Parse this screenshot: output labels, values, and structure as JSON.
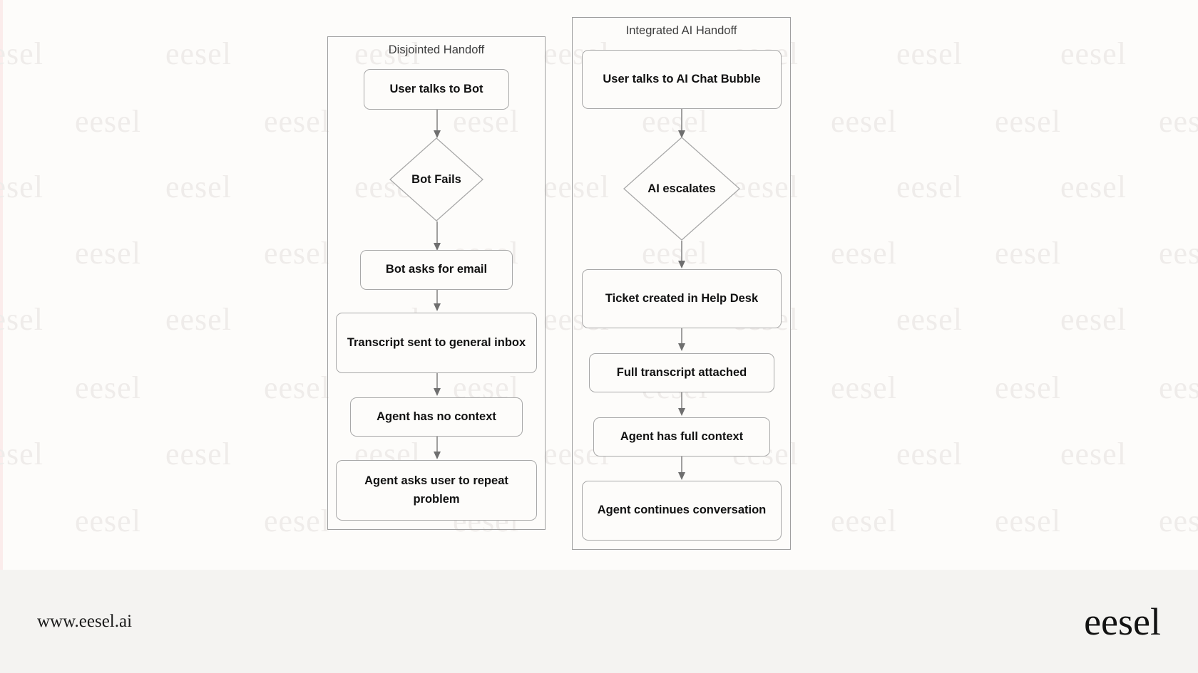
{
  "page": {
    "background_color": "#fdfcfa",
    "watermark_text": "eesel",
    "watermark_color": "#efecea"
  },
  "diagram": {
    "type": "flowchart",
    "direction": "top-down",
    "subgraphs": [
      {
        "id": "disjointed",
        "title": "Disjointed Handoff",
        "nodes": [
          {
            "id": "d1",
            "shape": "rounded-rect",
            "label": "User talks to Bot"
          },
          {
            "id": "d2",
            "shape": "diamond",
            "label": "Bot Fails"
          },
          {
            "id": "d3",
            "shape": "rounded-rect",
            "label": "Bot asks for email"
          },
          {
            "id": "d4",
            "shape": "rounded-rect",
            "label": "Transcript sent to general inbox"
          },
          {
            "id": "d5",
            "shape": "rounded-rect",
            "label": "Agent has no context"
          },
          {
            "id": "d6",
            "shape": "rounded-rect",
            "label": "Agent asks user to repeat problem"
          }
        ],
        "edges": [
          {
            "from": "d1",
            "to": "d2"
          },
          {
            "from": "d2",
            "to": "d3"
          },
          {
            "from": "d3",
            "to": "d4"
          },
          {
            "from": "d4",
            "to": "d5"
          },
          {
            "from": "d5",
            "to": "d6"
          }
        ]
      },
      {
        "id": "integrated",
        "title": "Integrated AI Handoff",
        "nodes": [
          {
            "id": "i1",
            "shape": "rounded-rect",
            "label": "User talks to AI Chat Bubble"
          },
          {
            "id": "i2",
            "shape": "diamond",
            "label": "AI escalates"
          },
          {
            "id": "i3",
            "shape": "rounded-rect",
            "label": "Ticket created in Help Desk"
          },
          {
            "id": "i4",
            "shape": "rounded-rect",
            "label": "Full transcript attached"
          },
          {
            "id": "i5",
            "shape": "rounded-rect",
            "label": "Agent has full context"
          },
          {
            "id": "i6",
            "shape": "rounded-rect",
            "label": "Agent continues conversation"
          }
        ],
        "edges": [
          {
            "from": "i1",
            "to": "i2"
          },
          {
            "from": "i2",
            "to": "i3"
          },
          {
            "from": "i3",
            "to": "i4"
          },
          {
            "from": "i4",
            "to": "i5"
          },
          {
            "from": "i5",
            "to": "i6"
          }
        ]
      }
    ],
    "node_border_color": "#a8a8a8",
    "subgraph_border_color": "#9f9f9f",
    "edge_color": "#777777"
  },
  "footer": {
    "url": "www.eesel.ai",
    "logo": "eesel",
    "background_color": "#f4f3f1"
  }
}
